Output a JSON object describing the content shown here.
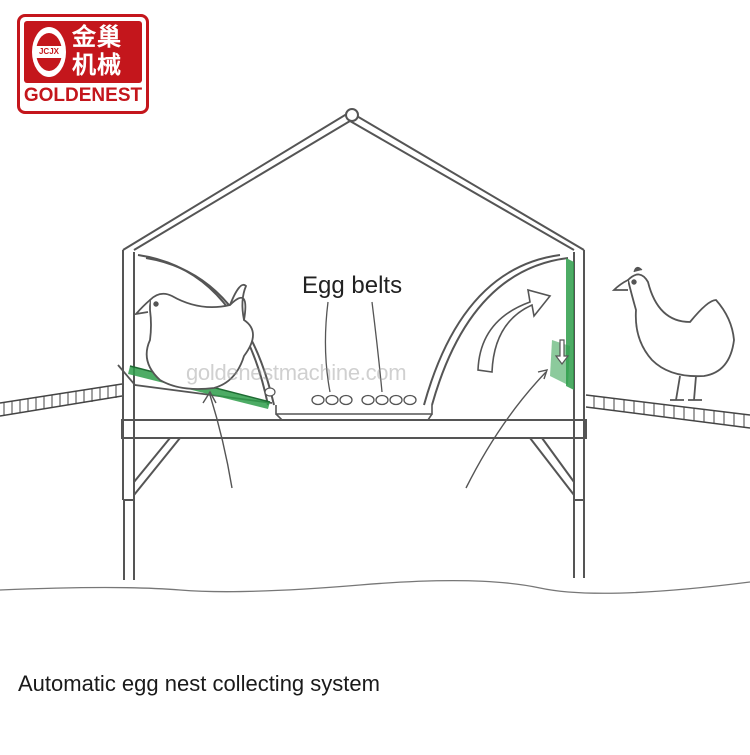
{
  "logo": {
    "badge": "JCJX",
    "chinese_line1": "金巢",
    "chinese_line2": "机械",
    "brand": "GOLDENEST",
    "color": "#c4161c"
  },
  "diagram": {
    "label_egg_belts": "Egg belts",
    "watermark": "goldenestmachine.com",
    "accent_color": "#2e9e4a",
    "line_color": "#555555"
  },
  "caption": "Automatic egg nest collecting system"
}
